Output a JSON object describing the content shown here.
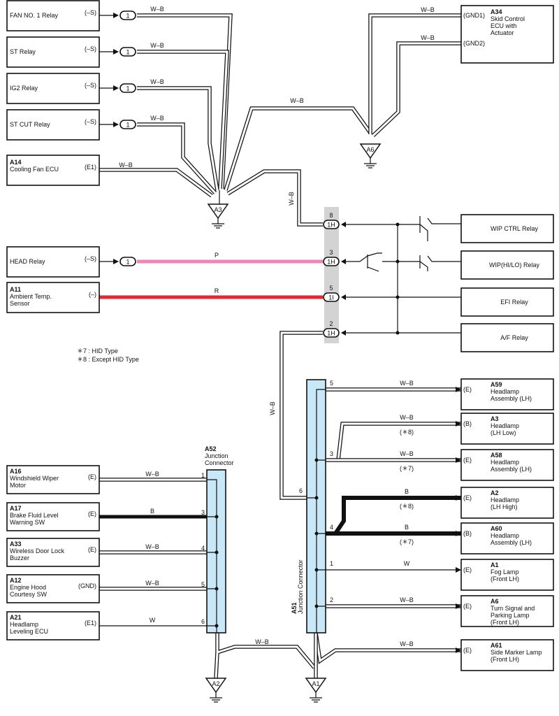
{
  "left_components": [
    {
      "id": "fan1",
      "code": "",
      "name": [
        "FAN NO. 1 Relay"
      ],
      "pin": "(–S)",
      "conn": "1",
      "wire": "W–B"
    },
    {
      "id": "st",
      "code": "",
      "name": [
        "ST Relay"
      ],
      "pin": "(–S)",
      "conn": "1",
      "wire": "W–B"
    },
    {
      "id": "ig2",
      "code": "",
      "name": [
        "IG2 Relay"
      ],
      "pin": "(–S)",
      "conn": "1",
      "wire": "W–B"
    },
    {
      "id": "stcut",
      "code": "",
      "name": [
        "ST CUT Relay"
      ],
      "pin": "(–S)",
      "conn": "1",
      "wire": "W–B"
    },
    {
      "id": "a14",
      "code": "A14",
      "name": [
        "Cooling Fan ECU"
      ],
      "pin": "(E1)",
      "conn": "",
      "wire": "W–B"
    },
    {
      "id": "head",
      "code": "",
      "name": [
        "HEAD Relay"
      ],
      "pin": "(–S)",
      "conn": "1",
      "wire": "P"
    },
    {
      "id": "a11",
      "code": "A11",
      "name": [
        "Ambient Temp.",
        "Sensor"
      ],
      "pin": "(–)",
      "conn": "",
      "wire": "R"
    }
  ],
  "a34": {
    "code": "A34",
    "name": [
      "Skid Control",
      "ECU with",
      "Actuator"
    ],
    "pins": [
      "(GND1)",
      "(GND2)"
    ],
    "wire": "W–B"
  },
  "grounds": {
    "a3": "A3",
    "a6": "A6",
    "a2": "A2",
    "a1": "A1"
  },
  "connector_1h": [
    {
      "pin": "8",
      "label": "1H"
    },
    {
      "pin": "3",
      "label": "1H"
    },
    {
      "pin": "5",
      "label": "1I"
    },
    {
      "pin": "2",
      "label": "1H"
    }
  ],
  "right_relays": [
    "WIP CTRL Relay",
    "WIP(HI/LO) Relay",
    "EFI Relay",
    "A/F Relay"
  ],
  "notes": [
    "＊7 : HID Type",
    "＊8 : Except HID Type"
  ],
  "a52": {
    "code": "A52",
    "name": [
      "Junction",
      "Connector"
    ]
  },
  "a52_items": [
    {
      "code": "A16",
      "name": [
        "Windshield Wiper",
        "Motor"
      ],
      "pin": "(E)",
      "wire": "W–B",
      "num": "1"
    },
    {
      "code": "A17",
      "name": [
        "Brake Fluid Level",
        "Warning SW"
      ],
      "pin": "(E)",
      "wire": "B",
      "num": "3"
    },
    {
      "code": "A33",
      "name": [
        "Wireless Door Lock",
        "Buzzer"
      ],
      "pin": "(E)",
      "wire": "W–B",
      "num": "4"
    },
    {
      "code": "A12",
      "name": [
        "Engine Hood",
        "Courtesy SW"
      ],
      "pin": "(GND)",
      "wire": "W–B",
      "num": "5"
    },
    {
      "code": "A21",
      "name": [
        "Headlamp",
        "Leveling ECU"
      ],
      "pin": "(E1)",
      "wire": "W",
      "num": "6"
    }
  ],
  "a51": {
    "code": "A51",
    "name": "Junction Connector"
  },
  "a51_items": [
    {
      "code": "A59",
      "name": [
        "Headlamp",
        "Assembly (LH)"
      ],
      "pin": "(E)",
      "wire": "W–B",
      "note": "",
      "num": "5"
    },
    {
      "code": "A3",
      "name": [
        "Headlamp",
        "(LH Low)"
      ],
      "pin": "(B)",
      "wire": "W–B",
      "note": "(＊8)",
      "num": ""
    },
    {
      "code": "A58",
      "name": [
        "Headlamp",
        "Assembly (LH)"
      ],
      "pin": "(E)",
      "wire": "W–B",
      "note": "(＊7)",
      "num": "3"
    },
    {
      "code": "A2",
      "name": [
        "Headlamp",
        "(LH High)"
      ],
      "pin": "(E)",
      "wire": "B",
      "note": "(＊8)",
      "num": ""
    },
    {
      "code": "A60",
      "name": [
        "Headlamp",
        "Assembly (LH)"
      ],
      "pin": "(B)",
      "wire": "B",
      "note": "(＊7)",
      "num": "4"
    },
    {
      "code": "A1",
      "name": [
        "Fog Lamp",
        "(Front LH)"
      ],
      "pin": "(E)",
      "wire": "W",
      "note": "",
      "num": "1"
    },
    {
      "code": "A6",
      "name": [
        "Turn Signal and",
        "Parking Lamp",
        "(Front LH)"
      ],
      "pin": "(E)",
      "wire": "W–B",
      "note": "",
      "num": "2"
    },
    {
      "code": "A61",
      "name": [
        "Side Marker Lamp",
        "(Front LH)"
      ],
      "pin": "(E)",
      "wire": "W–B",
      "note": "",
      "num": ""
    }
  ],
  "a51_pin6": "6",
  "vertical_wire_labels": {
    "to_1h_8": "W–B",
    "to_a51": "W–B",
    "a6_feed": "W–B",
    "a2_a1": "W–B"
  },
  "colors": {
    "pink": "#ef86b5",
    "red": "#e8262d",
    "conn_fill": "#c8e8f8",
    "shade": "#d3d3d3",
    "line": "#111111"
  }
}
